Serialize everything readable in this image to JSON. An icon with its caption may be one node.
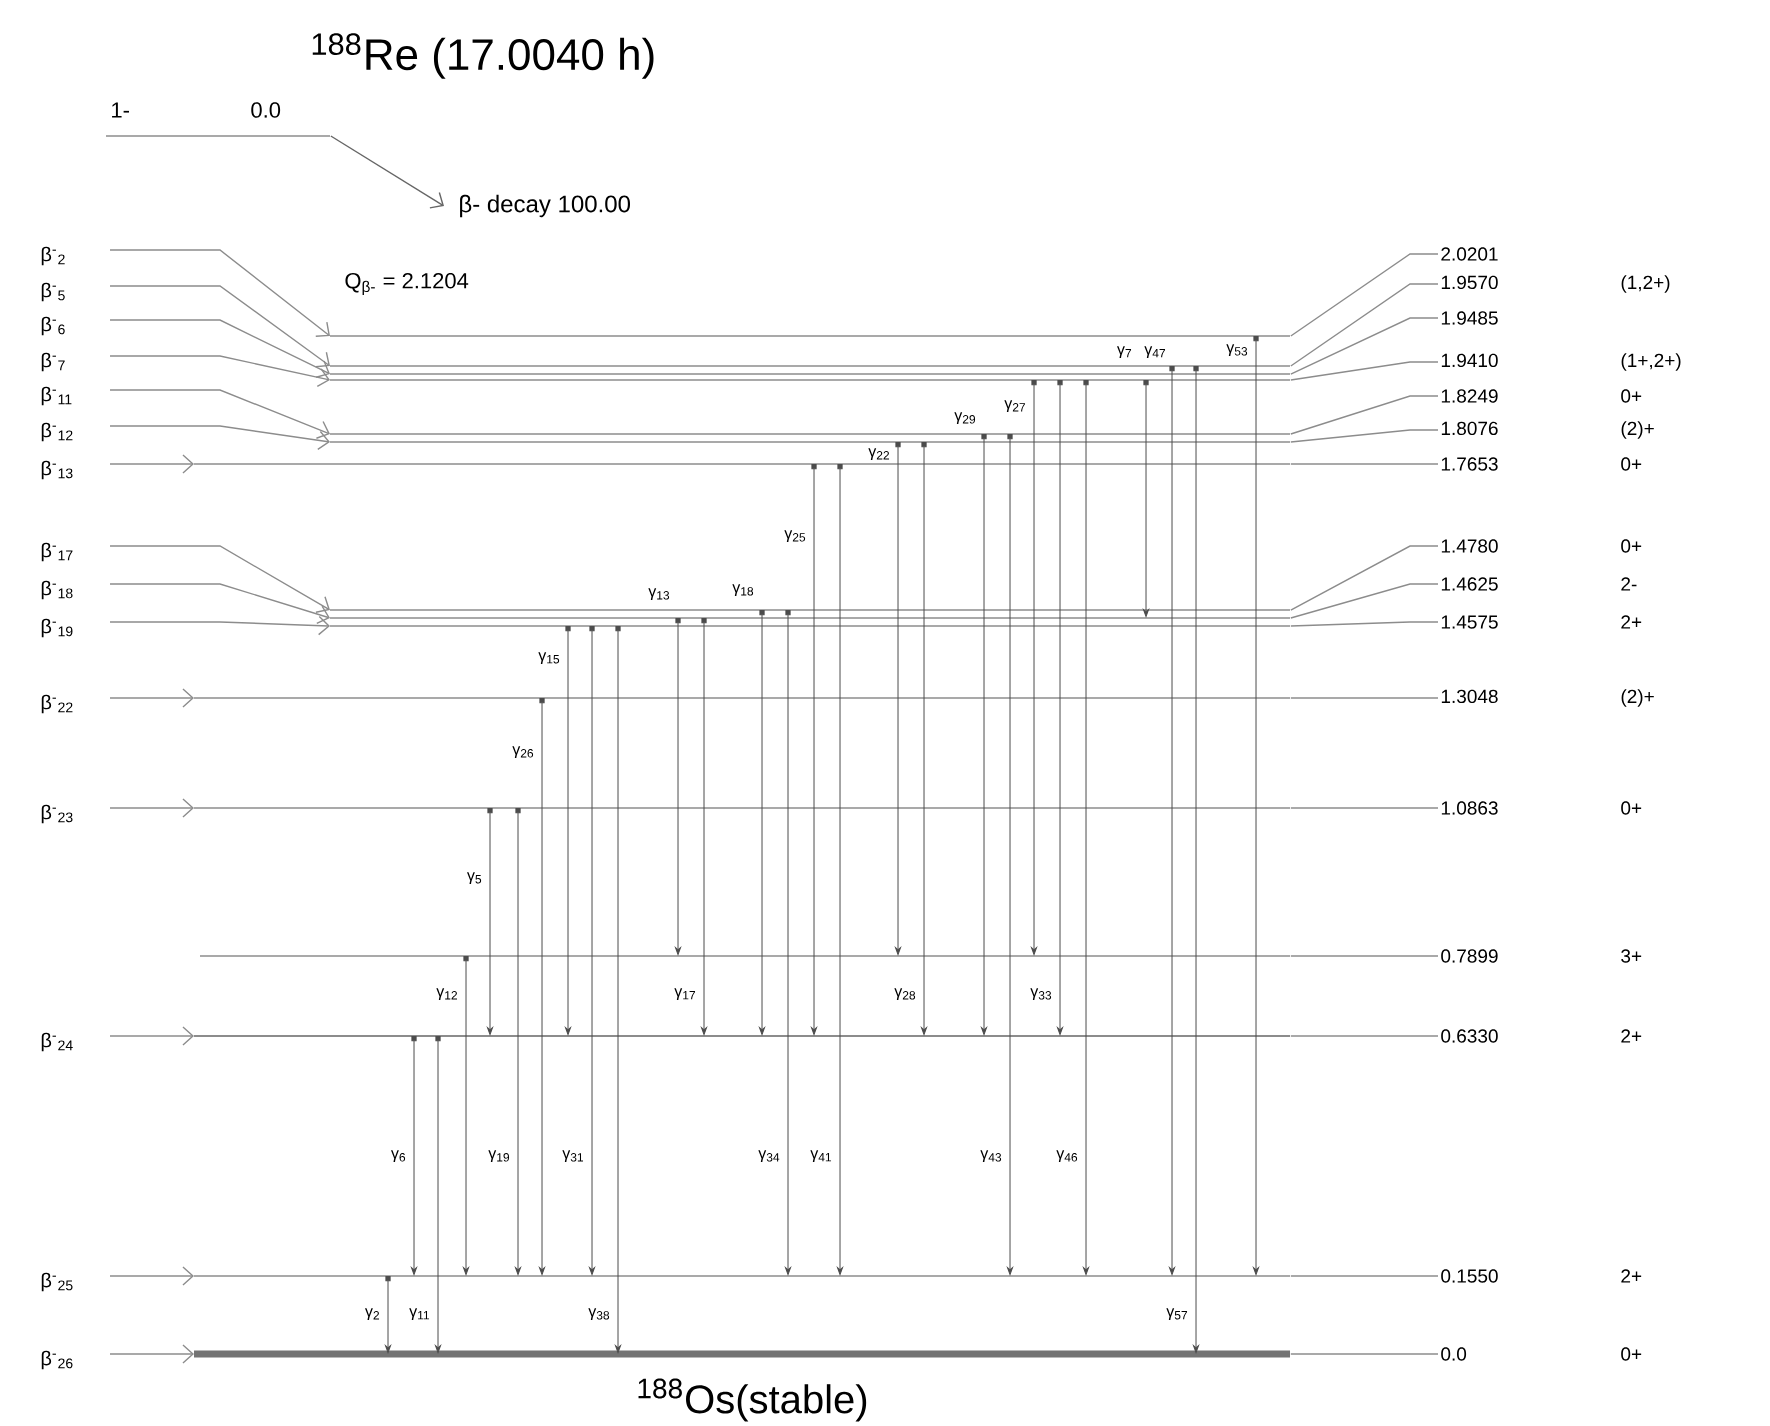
{
  "diagram": {
    "title": "$^{188}$Re (17.0040 h)",
    "nodes": [
      {
        "text": [
          "1-",
          "0.0"
        ]
      },
      {
        "text": [
          "β- decay 100.00"
        ]
      },
      {
        "text": [],
        "shape": "line"
      },
      {
        "text": [],
        "shape": "line"
      },
      {
        "text": [],
        "shape": "line"
      },
      {
        "text": [],
        "shape": "line"
      },
      {
        "text": [],
        "shape": "line"
      },
      {
        "text": [],
        "shape": "line"
      },
      {
        "text": [],
        "shape": "line"
      },
      {
        "text": [],
        "shape": "line"
      },
      {
        "text": [],
        "shape": "line"
      },
      {
        "text": [],
        "shape": "line"
      },
      {
        "text": [],
        "shape": "line"
      },
      {
        "text": [],
        "shape": "line"
      },
      {
        "text": [],
        "shape": "line"
      },
      {
        "text": [],
        "shape": "line"
      },
      {
        "text": [],
        "shape": "line"
      },
      {
        "text": [],
        "shape": "line"
      },
      {
        "text": [
          "2.0201"
        ]
      },
      {
        "text": [
          "1.9570",
          "(1,2+)"
        ]
      },
      {
        "text": [
          "1.9485"
        ]
      },
      {
        "text": [
          "1.9410",
          "(1+,2+)"
        ]
      },
      {
        "text": [
          "1.8249",
          "0+"
        ]
      },
      {
        "text": [
          "1.8076",
          "(2)+"
        ]
      },
      {
        "text": [
          "1.7653",
          "0+"
        ]
      },
      {
        "text": [
          "1.4780",
          "0+"
        ]
      },
      {
        "text": [
          "1.4625",
          "2-"
        ]
      },
      {
        "text": [
          "1.4575",
          "2+"
        ]
      },
      {
        "text": [
          "1.3048",
          "(2)+"
        ]
      },
      {
        "text": [
          "1.0863",
          "0+"
        ]
      },
      {
        "text": [
          "0.7899",
          "3+"
        ]
      },
      {
        "text": [
          "0.6330",
          "2+"
        ]
      },
      {
        "text": [
          "0.1550",
          "2+"
        ]
      },
      {
        "text": [
          "0.0",
          "0+"
        ]
      }
    ],
    "edges": [
      {
        "from": 0,
        "to": 1,
        "arrow": "to"
      },
      {
        "from": null,
        "to": 2,
        "arrow": "to",
        "label": "β$^{-}$$_{2}$"
      },
      {
        "from": null,
        "to": 3,
        "arrow": "to",
        "label": "β$^{-}$$_{5}$"
      },
      {
        "from": null,
        "to": 4,
        "arrow": "to",
        "label": "β$^{-}$$_{6}$"
      },
      {
        "from": null,
        "to": 5,
        "arrow": "to",
        "label": "β$^{-}$$_{7}$"
      },
      {
        "from": null,
        "to": 6,
        "arrow": "to",
        "label": "β$^{-}$$_{11}$"
      },
      {
        "from": null,
        "to": 7,
        "arrow": "to",
        "label": "β$^{-}$$_{12}$"
      },
      {
        "from": null,
        "to": 8,
        "arrow": "to",
        "label": "β$^{-}$$_{13}$"
      },
      {
        "from": null,
        "to": 9,
        "arrow": "to",
        "label": "β$^{-}$$_{17}$"
      },
      {
        "from": null,
        "to": 10,
        "arrow": "to",
        "label": "β$^{-}$$_{18}$"
      },
      {
        "from": null,
        "to": 11,
        "arrow": "to",
        "label": "β$^{-}$$_{19}$"
      },
      {
        "from": null,
        "to": 12,
        "arrow": "to",
        "label": "β$^{-}$$_{22}$"
      },
      {
        "from": null,
        "to": 13,
        "arrow": "to",
        "label": "β$^{-}$$_{23}$"
      },
      {
        "from": null,
        "to": 15,
        "arrow": "to",
        "label": "β$^{-}$$_{24}$"
      },
      {
        "from": null,
        "to": 16,
        "arrow": "to",
        "label": "β$^{-}$$_{25}$"
      },
      {
        "from": null,
        "to": 17,
        "arrow": "to",
        "label": "β$^{-}$$_{26}$"
      },
      {
        "from": 16,
        "to": 17,
        "arrow": "to",
        "label": "γ$_{2}$"
      },
      {
        "from": 15,
        "to": 16,
        "arrow": "to",
        "label": "γ$_{6}$"
      },
      {
        "from": 15,
        "to": 17,
        "arrow": "to",
        "label": "γ$_{11}$"
      },
      {
        "from": 14,
        "to": 16,
        "arrow": "to",
        "label": "γ$_{12}$"
      },
      {
        "from": 13,
        "to": 15,
        "arrow": "to",
        "label": "γ$_{5}$"
      },
      {
        "from": 13,
        "to": 16,
        "arrow": "to",
        "label": "γ$_{19}$"
      },
      {
        "from": 12,
        "to": 16,
        "arrow": "to",
        "label": "γ$_{26}$"
      },
      {
        "from": 11,
        "to": 15,
        "arrow": "to",
        "label": "γ$_{15}$"
      },
      {
        "from": 11,
        "to": 16,
        "arrow": "to",
        "label": "γ$_{31}$"
      },
      {
        "from": 11,
        "to": 17,
        "arrow": "to",
        "label": "γ$_{38}$"
      },
      {
        "from": 10,
        "to": 14,
        "arrow": "to",
        "label": "γ$_{13}$"
      },
      {
        "from": 10,
        "to": 15,
        "arrow": "to",
        "label": "γ$_{17}$"
      },
      {
        "from": 9,
        "to": 15,
        "arrow": "to",
        "label": "γ$_{18}$"
      },
      {
        "from": 9,
        "to": 16,
        "arrow": "to",
        "label": "γ$_{34}$"
      },
      {
        "from": 8,
        "to": 15,
        "arrow": "to",
        "label": "γ$_{25}$"
      },
      {
        "from": 8,
        "to": 16,
        "arrow": "to",
        "label": "γ$_{41}$"
      },
      {
        "from": 7,
        "to": 14,
        "arrow": "to",
        "label": "γ$_{22}$"
      },
      {
        "from": 7,
        "to": 15,
        "arrow": "to",
        "label": "γ$_{28}$"
      },
      {
        "from": 6,
        "to": 15,
        "arrow": "to",
        "label": "γ$_{29}$"
      },
      {
        "from": 6,
        "to": 16,
        "arrow": "to",
        "label": "γ$_{43}$"
      },
      {
        "from": 5,
        "to": 14,
        "arrow": "to",
        "label": "γ$_{27}$"
      },
      {
        "from": 5,
        "to": 15,
        "arrow": "to",
        "label": "γ$_{33}$"
      },
      {
        "from": 5,
        "to": 16,
        "arrow": "to",
        "label": "γ$_{46}$"
      },
      {
        "from": 5,
        "to": 10,
        "arrow": "to",
        "label": "γ$_{7}$"
      },
      {
        "from": 3,
        "to": 16,
        "arrow": "to",
        "label": "γ$_{47}$"
      },
      {
        "from": 3,
        "to": 17,
        "arrow": "to",
        "label": "γ$_{57}$"
      },
      {
        "from": 2,
        "to": 16,
        "arrow": "to",
        "label": "γ$_{53}$"
      },
      {
        "from": 18,
        "to": 2,
        "arrow": "none"
      },
      {
        "from": 19,
        "to": 3,
        "arrow": "none"
      },
      {
        "from": 20,
        "to": 4,
        "arrow": "none"
      },
      {
        "from": 21,
        "to": 5,
        "arrow": "none"
      },
      {
        "from": 22,
        "to": 6,
        "arrow": "none"
      },
      {
        "from": 23,
        "to": 7,
        "arrow": "none"
      },
      {
        "from": 24,
        "to": 8,
        "arrow": "none"
      },
      {
        "from": 25,
        "to": 9,
        "arrow": "none"
      },
      {
        "from": 26,
        "to": 10,
        "arrow": "none"
      },
      {
        "from": 27,
        "to": 11,
        "arrow": "none"
      },
      {
        "from": 28,
        "to": 12,
        "arrow": "none"
      },
      {
        "from": 29,
        "to": 13,
        "arrow": "none"
      },
      {
        "from": 30,
        "to": 14,
        "arrow": "none"
      },
      {
        "from": 31,
        "to": 15,
        "arrow": "none"
      },
      {
        "from": 32,
        "to": 16,
        "arrow": "none"
      },
      {
        "from": 33,
        "to": 17,
        "arrow": "none"
      }
    ],
    "labels": [
      "Q$_{β-}$ = 2.1204",
      "$^{188}$Os(stable)"
    ]
  }
}
